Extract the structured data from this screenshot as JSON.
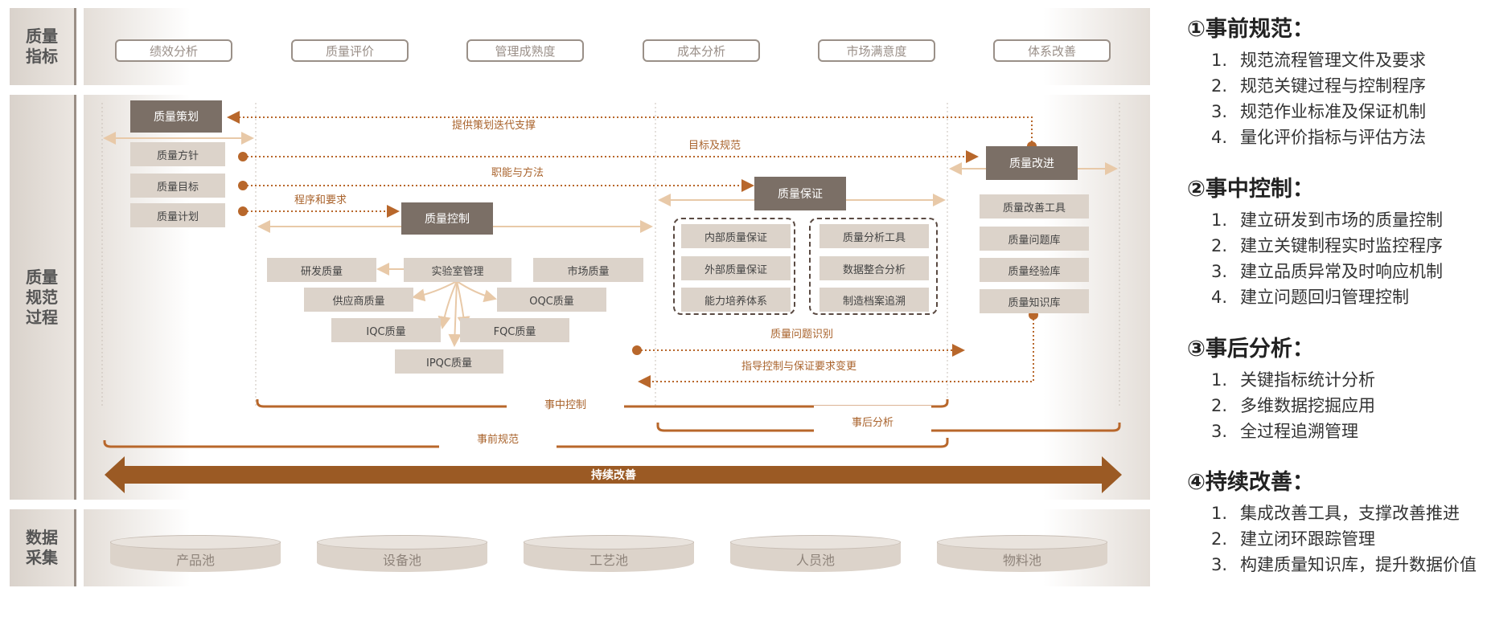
{
  "rows": {
    "indicators": [
      "质量",
      "指标"
    ],
    "process": [
      "质量",
      "规范",
      "过程"
    ],
    "data": [
      "数据",
      "采集"
    ]
  },
  "indicators": [
    "绩效分析",
    "质量评价",
    "管理成熟度",
    "成本分析",
    "市场满意度",
    "体系改善"
  ],
  "planning": {
    "title": "质量策划",
    "items": [
      "质量方针",
      "质量目标",
      "质量计划"
    ]
  },
  "control": {
    "title": "质量控制",
    "lab": "实验室管理",
    "rd": "研发质量",
    "market": "市场质量",
    "supplier": "供应商质量",
    "oqc": "OQC质量",
    "iqc": "IQC质量",
    "fqc": "FQC质量",
    "ipqc": "IPQC质量"
  },
  "assurance": {
    "title": "质量保证",
    "left": [
      "内部质量保证",
      "外部质量保证",
      "能力培养体系"
    ],
    "right": [
      "质量分析工具",
      "数据整合分析",
      "制造档案追溯"
    ]
  },
  "improvement": {
    "title": "质量改进",
    "items": [
      "质量改善工具",
      "质量问题库",
      "质量经验库",
      "质量知识库"
    ]
  },
  "flows": {
    "iterate": "提供策划迭代支撑",
    "target": "目标及规范",
    "function": "职能与方法",
    "procedure": "程序和要求",
    "identify": "质量问题识别",
    "guide": "指导控制与保证要求变更"
  },
  "phases": {
    "during": "事中控制",
    "after": "事后分析",
    "before": "事前规范",
    "continuous": "持续改善"
  },
  "pools": [
    "产品池",
    "设备池",
    "工艺池",
    "人员池",
    "物料池"
  ],
  "sections": [
    {
      "title": "①事前规范：",
      "items": [
        "规范流程管理文件及要求",
        "规范关键过程与控制程序",
        "规范作业标准及保证机制",
        "量化评价指标与评估方法"
      ]
    },
    {
      "title": "②事中控制：",
      "items": [
        "建立研发到市场的质量控制",
        "建立关键制程实时监控程序",
        "建立品质异常及时响应机制",
        "建立问题回归管理控制"
      ]
    },
    {
      "title": "③事后分析：",
      "items": [
        "关键指标统计分析",
        "多维数据挖掘应用",
        "全过程追溯管理"
      ]
    },
    {
      "title": "④持续改善：",
      "items": [
        "集成改善工具，支撑改善推进",
        "建立闭环跟踪管理",
        "构建质量知识库，提升数据价值"
      ]
    }
  ],
  "colors": {
    "accent": "#a9632c",
    "dark_box": "#7b6f66",
    "light_box": "#dcd3ca",
    "arrow_brown": "#9b5a24"
  }
}
